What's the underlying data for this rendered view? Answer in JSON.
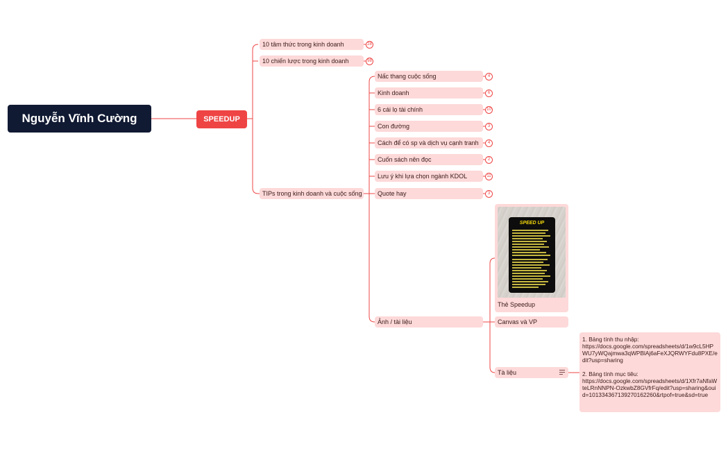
{
  "root": {
    "label": "Nguyễn Vĩnh Cường"
  },
  "main": {
    "label": "SPEEDUP"
  },
  "branches": [
    {
      "label": "10 tâm thức trong kinh doanh",
      "count": "28"
    },
    {
      "label": "10 chiến lược trong kinh doanh",
      "count": "98"
    },
    {
      "label": "TIPs trong kinh doanh và cuộc sống"
    }
  ],
  "tips": [
    {
      "label": "Nấc thang cuộc sống",
      "count": "4"
    },
    {
      "label": "Kinh doanh",
      "count": "6"
    },
    {
      "label": "6 cái lọ tài chính",
      "count": "10"
    },
    {
      "label": "Con đường",
      "count": "3"
    },
    {
      "label": "Cách để có sp và dịch vụ cạnh tranh",
      "count": "4"
    },
    {
      "label": "Cuốn sách nên đọc",
      "count": "2"
    },
    {
      "label": "Lưu ý khi lựa chọn ngành KDOL",
      "count": "11"
    },
    {
      "label": "Quote hay",
      "count": "3"
    },
    {
      "label": "Ảnh / tài liệu"
    }
  ],
  "media": {
    "card_label": "Thẻ Speedup",
    "card_logo": "SPEED UP",
    "canvas_label": "Canvas và VP",
    "docs_label": "Tà liệu"
  },
  "note": {
    "p1_title": "1. Bảng tính thu nhập:",
    "p1_url": "https://docs.google.com/spreadsheets/d/1w9cL5HPWU7yWQajmwa3qWPBlAj6aFeXJQRWYFdu8PXE/edit?usp=sharing",
    "p2_title": "2. Bảng tính mục tiêu:",
    "p2_url": "https://docs.google.com/spreadsheets/d/1Xfr7aNfaWteLRnNNPN-OzkwbZ8GVfrFq/edit?usp=sharing&ouid=101334367139270162260&rtpof=true&sd=true"
  },
  "colors": {
    "accent": "#ef4444",
    "node": "#fdd9d9",
    "root": "#111a33"
  }
}
